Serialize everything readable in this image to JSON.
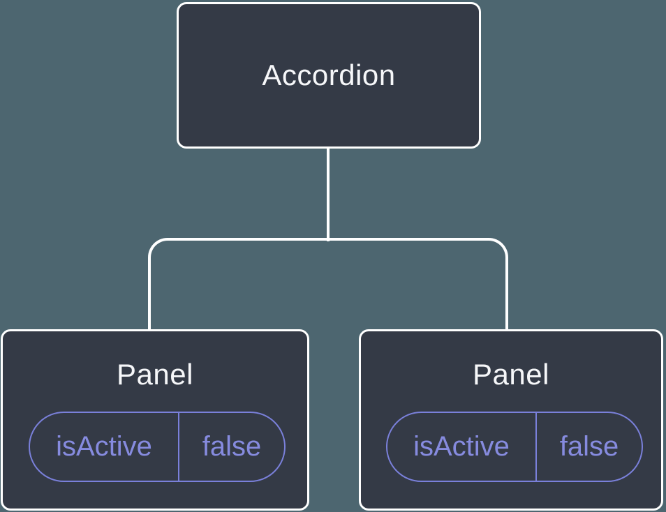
{
  "diagram": {
    "type": "component-tree",
    "root": {
      "label": "Accordion"
    },
    "children": [
      {
        "label": "Panel",
        "state": {
          "key": "isActive",
          "value": "false"
        }
      },
      {
        "label": "Panel",
        "state": {
          "key": "isActive",
          "value": "false"
        }
      }
    ]
  },
  "colors": {
    "background": "#4d6670",
    "node_fill": "#343a46",
    "node_border": "#ffffff",
    "node_text": "#f6f7f9",
    "accent_text": "#868bdf",
    "accent_border": "#7a80da"
  }
}
